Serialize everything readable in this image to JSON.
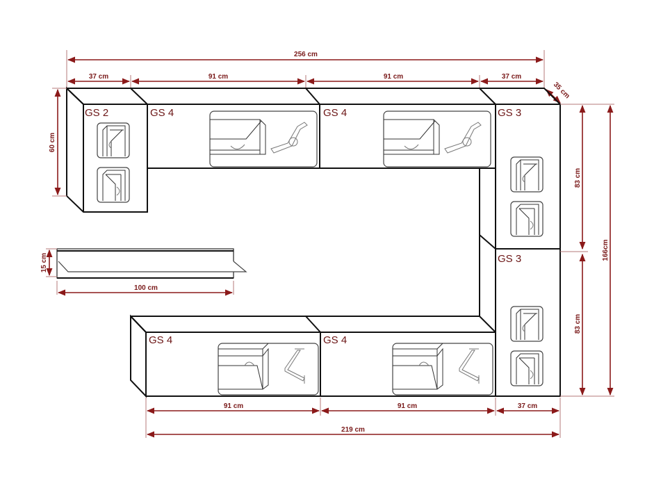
{
  "diagram": {
    "type": "furniture-dimension-drawing",
    "colors": {
      "dimension": "#8b1a1a",
      "outline": "#111111",
      "label": "#6b1515",
      "background": "#ffffff"
    },
    "modules": [
      {
        "id": "gs2-top-left",
        "label": "GS 2",
        "width": "37 cm",
        "height": "60 cm",
        "icon": "door-hinge-icon"
      },
      {
        "id": "gs4-top-1",
        "label": "GS 4",
        "width": "91 cm",
        "icon": "flap-door-lift-icon"
      },
      {
        "id": "gs4-top-2",
        "label": "GS 4",
        "width": "91 cm",
        "icon": "flap-door-lift-icon"
      },
      {
        "id": "gs3-right-upper",
        "label": "GS 3",
        "width": "37 cm",
        "height": "83 cm",
        "icon": "door-hinge-icon"
      },
      {
        "id": "gs3-right-lower",
        "label": "GS 3",
        "height": "83 cm",
        "icon": "door-hinge-icon"
      },
      {
        "id": "gs4-bottom-1",
        "label": "GS 4",
        "width": "91 cm",
        "icon": "flap-door-lift-icon"
      },
      {
        "id": "gs4-bottom-2",
        "label": "GS 4",
        "width": "91 cm",
        "icon": "flap-door-lift-icon"
      },
      {
        "id": "shelf",
        "label": "",
        "width": "100 cm",
        "height": "15 cm"
      }
    ],
    "dimensions": {
      "total_top_width": "256 cm",
      "top_seg_1": "37 cm",
      "top_seg_2": "91 cm",
      "top_seg_3": "91 cm",
      "top_seg_4": "37 cm",
      "depth": "35 cm",
      "left_height": "60 cm",
      "right_upper_height": "83 cm",
      "right_lower_height": "83 cm",
      "total_height": "166cm",
      "shelf_height": "15 cm",
      "shelf_width": "100 cm",
      "bottom_seg_1": "91 cm",
      "bottom_seg_2": "91 cm",
      "bottom_seg_3": "37 cm",
      "bottom_total": "219 cm"
    }
  }
}
